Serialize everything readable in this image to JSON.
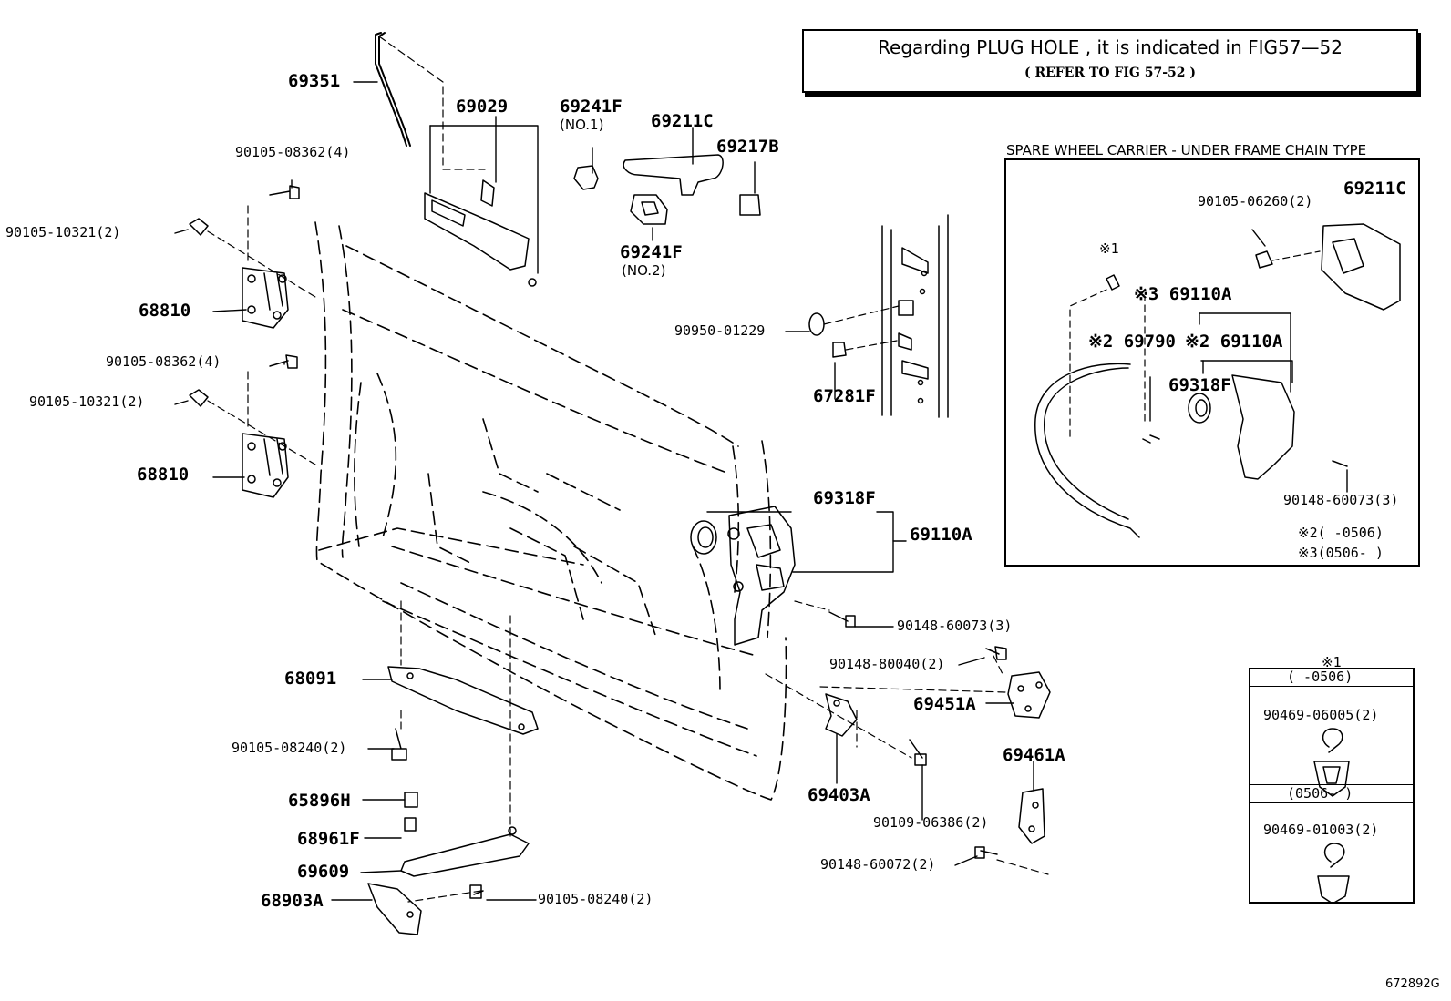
{
  "note": {
    "line1": "Regarding PLUG HOLE , it is indicated in FIG57—52",
    "line2": "(      REFER TO FIG 57-52     )"
  },
  "inset": {
    "title": "SPARE WHEEL CARRIER - UNDER FRAME CHAIN TYPE",
    "labels": [
      "90105-06260(2)",
      "69211C",
      "※1",
      "※3 69110A",
      "※2 69790",
      "※2 69110A",
      "69318F",
      "90148-60073(3)",
      "※2(     -0506)",
      "※3(0506-     )"
    ]
  },
  "clip_table": {
    "header": "※1",
    "range1": "(      -0506)",
    "part1": "90469-06005(2)",
    "range2": "(0506-      )",
    "part2": "90469-01003(2)"
  },
  "parts": [
    "69351",
    "69029",
    "69241F",
    "(NO.1)",
    "69211C",
    "69217B",
    "69241F",
    "(NO.2)",
    "90105-08362(4)",
    "90105-10321(2)",
    "68810",
    "90105-08362(4)",
    "90105-10321(2)",
    "68810",
    "90950-01229",
    "67281F",
    "69318F",
    "69110A",
    "90148-60073(3)",
    "68091",
    "90148-80040(2)",
    "69451A",
    "90105-08240(2)",
    "65896H",
    "68961F",
    "69609",
    "68903A",
    "90105-08240(2)",
    "69403A",
    "90109-06386(2)",
    "69461A",
    "90148-60072(2)"
  ],
  "figure_id": "672892G"
}
